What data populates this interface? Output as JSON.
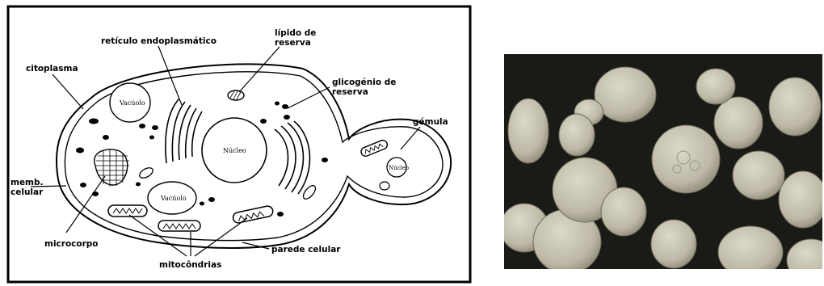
{
  "diagram": {
    "labels": {
      "reticulo": "retículo endoplasmático",
      "lipido_line1": "lípido de",
      "lipido_line2": "reserva",
      "citoplasma": "citoplasma",
      "glicogenio_line1": "glicogénio de",
      "glicogenio_line2": "reserva",
      "gemula": "gémula",
      "memb_line1": "memb.",
      "memb_line2": "celular",
      "microcorpo": "microcorpo",
      "parede": "parede celular",
      "mitocondrias": "mitocôndrias"
    },
    "inner_labels": {
      "vacuolo_top": "Vacúolo",
      "nucleo": "Núcleo",
      "vacuolo_bottom": "Vacúolo",
      "nucleo_bud": "Núcleo"
    }
  },
  "photo": {
    "background": "#1a1a16",
    "cell_color": "#c9c5b3"
  }
}
